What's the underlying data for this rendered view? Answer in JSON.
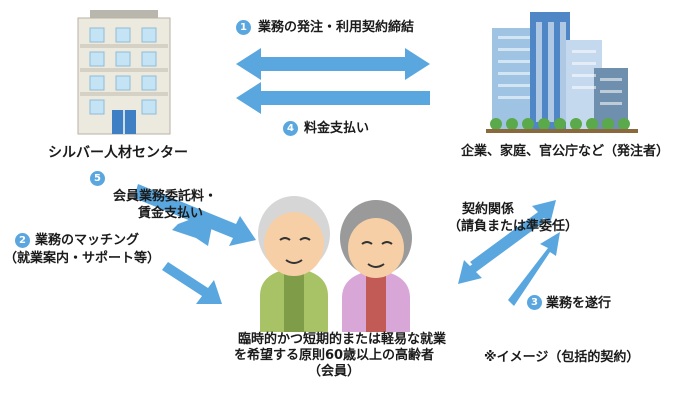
{
  "labels": {
    "silver_center": "シルバー人材センター",
    "clients": "企業、家庭、官公庁など（発注者）",
    "members_line1": "臨時的かつ短期的または軽易な就業",
    "members_line2": "を希望する原則60歳以上の高齢者",
    "members_line3": "（会員）",
    "note": "※イメージ（包括的契約）"
  },
  "flows": [
    {
      "number": "1",
      "text": [
        "業務の発注・利用契約締結"
      ]
    },
    {
      "number": "2",
      "text": [
        "業務のマッチング",
        "（就業案内・サポート等）"
      ]
    },
    {
      "number": "3",
      "text": [
        "業務を遂行"
      ]
    },
    {
      "number": "4",
      "text": [
        "料金支払い"
      ]
    },
    {
      "number": "5",
      "text": [
        "会員業務委託料・",
        "賃金支払い"
      ]
    }
  ],
  "contract": {
    "line1": "契約関係",
    "line2": "（請負または準委任）"
  },
  "colors": {
    "arrow": "#5aa7e0",
    "badge": "#5aa7e0"
  }
}
